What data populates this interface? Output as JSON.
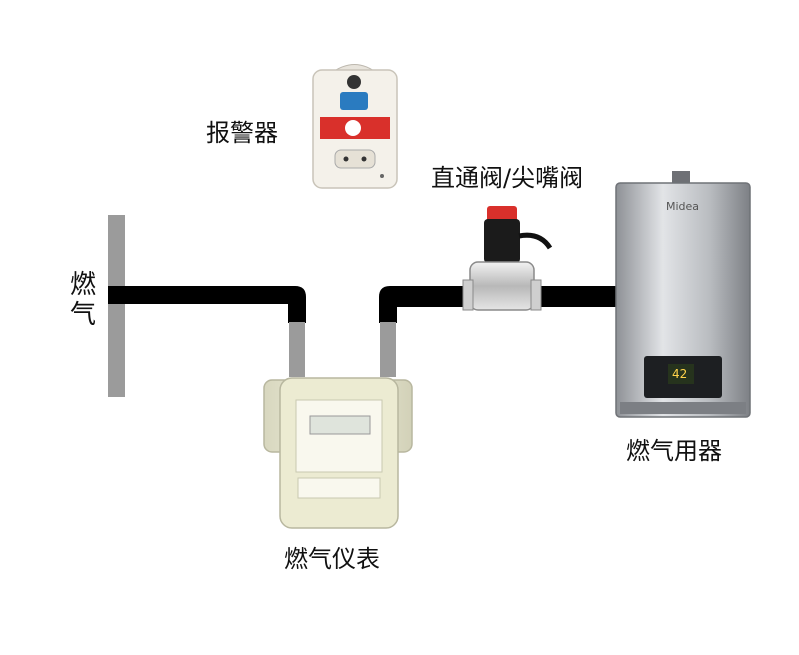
{
  "labels": {
    "gas_source_line1": "燃",
    "gas_source_line2": "气",
    "alarm": "报警器",
    "valve": "直通阀/尖嘴阀",
    "appliance": "燃气用器",
    "meter": "燃气仪表"
  },
  "devices": {
    "heater_brand": "Midea",
    "heater_display": "42"
  },
  "colors": {
    "pipe": "#000000",
    "riser": "#9b9b9b",
    "meter_body": "#ecebd2",
    "heater_body": "#c7c9cc",
    "alarm_body": "#f4f1ea",
    "valve_cap": "#d9302b"
  }
}
